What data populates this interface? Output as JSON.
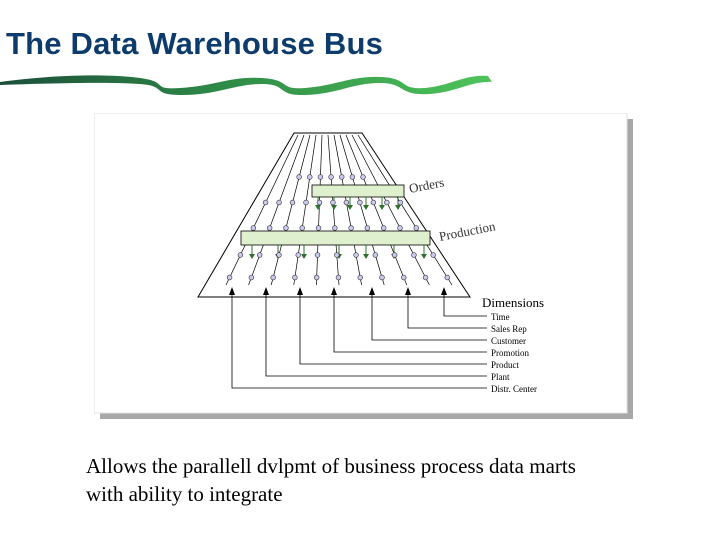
{
  "slide": {
    "title": "The Data Warehouse Bus",
    "caption_lines": [
      "Allows the parallell dvlpmt of business process data marts",
      "with ability to integrate"
    ]
  },
  "diagram": {
    "facts": [
      {
        "label": "Orders"
      },
      {
        "label": "Production"
      }
    ],
    "dimensions_heading": "Dimensions",
    "dimensions": [
      "Time",
      "Sales Rep",
      "Customer",
      "Promotion",
      "Product",
      "Plant",
      "Distr. Center"
    ]
  },
  "colors": {
    "title": "#0d3b6b",
    "swoosh_dark": "#1c5a3c",
    "swoosh_light": "#3aa84d",
    "fact_bar": "#dff0cf",
    "dot_fill": "#c9c9f2",
    "shadow": "#a8a8a8"
  }
}
